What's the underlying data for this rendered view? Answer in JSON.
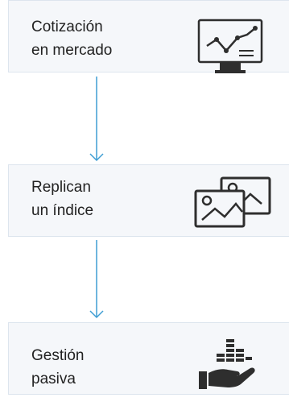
{
  "steps": [
    {
      "label": "Cotización\nen mercado",
      "icon": "monitor-chart-icon"
    },
    {
      "label": "Replican\nun índice",
      "icon": "images-icon"
    },
    {
      "label": "Gestión\npasiva",
      "icon": "hand-coins-icon"
    }
  ],
  "colors": {
    "box_bg": "#f5f7fa",
    "box_border": "#dde5ee",
    "arrow": "#3e9dd3",
    "icon": "#2e2e2e",
    "text": "#222222"
  }
}
